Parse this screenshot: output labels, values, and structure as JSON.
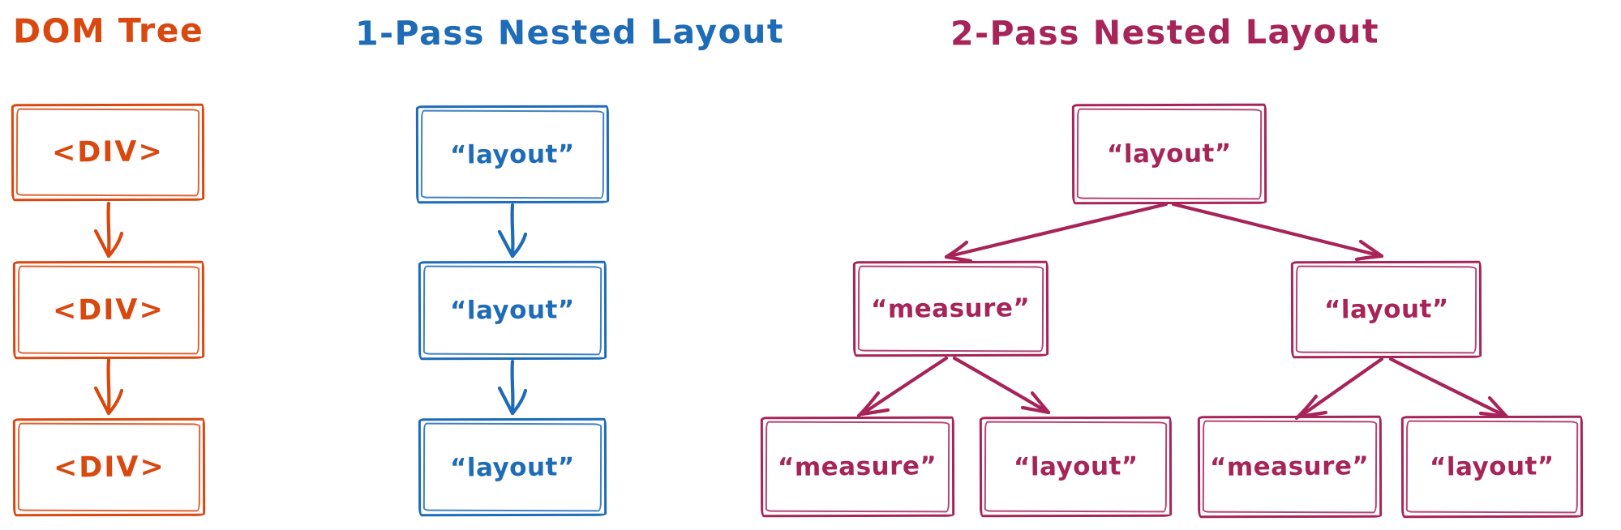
{
  "canvas": {
    "background": "#ffffff"
  },
  "sections": [
    {
      "id": "dom-tree",
      "title": "DOM Tree",
      "color": "#d9480f",
      "nodes": [
        "<DIV>",
        "<DIV>",
        "<DIV>"
      ]
    },
    {
      "id": "one-pass-nested-layout",
      "title": "1-Pass Nested Layout",
      "color": "#1e6bb7",
      "nodes": [
        "“layout”",
        "“layout”",
        "“layout”"
      ]
    },
    {
      "id": "two-pass-nested-layout",
      "title": "2-Pass Nested Layout",
      "color": "#a72459",
      "root": "“layout”",
      "middle": [
        "“measure”",
        "“layout”"
      ],
      "leaves": [
        "“measure”",
        "“layout”",
        "“measure”",
        "“layout”"
      ]
    }
  ]
}
